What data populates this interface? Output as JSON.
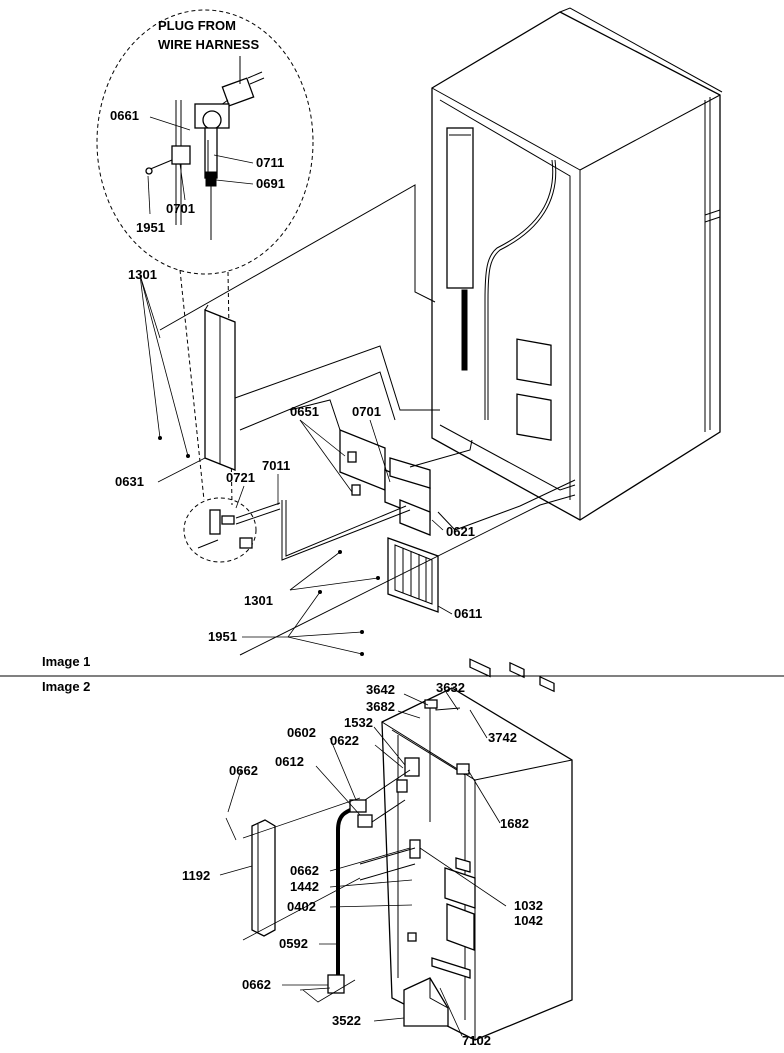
{
  "image1": {
    "caption": "Image 1",
    "callout_text_line1": "PLUG FROM",
    "callout_text_line2": "WIRE HARNESS",
    "labels": {
      "0661": "0661",
      "0711": "0711",
      "0691": "0691",
      "0701_inset": "0701",
      "1951_inset": "1951",
      "1301_top": "1301",
      "0651": "0651",
      "0701": "0701",
      "0631": "0631",
      "0721": "0721",
      "7011": "7011",
      "0621": "0621",
      "1301_bottom": "1301",
      "0611": "0611",
      "1951": "1951"
    }
  },
  "image2": {
    "caption": "Image 2",
    "labels": {
      "3642": "3642",
      "3632": "3632",
      "3682": "3682",
      "1532": "1532",
      "3742": "3742",
      "0602": "0602",
      "0622": "0622",
      "0612": "0612",
      "0662_top": "0662",
      "1682": "1682",
      "1192": "1192",
      "0662_mid": "0662",
      "1442": "1442",
      "0402": "0402",
      "1032": "1032",
      "1042": "1042",
      "0592": "0592",
      "0662_bottom": "0662",
      "3522": "3522",
      "7102": "7102"
    }
  }
}
